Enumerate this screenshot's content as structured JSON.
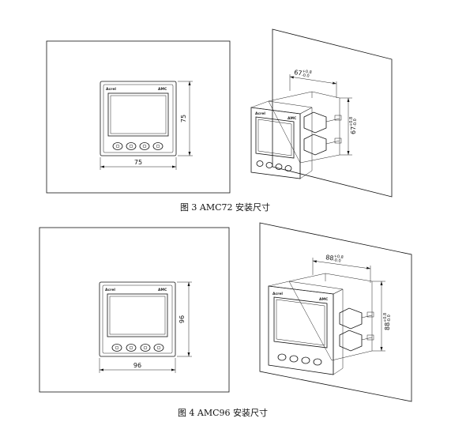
{
  "figures": [
    {
      "caption": "图 3  AMC72 安装尺寸",
      "front": {
        "brand": "Acrel",
        "model": "AMC",
        "width_label": "75",
        "height_label": "75"
      },
      "install": {
        "cutout_width": "67",
        "cutout_height": "67",
        "tolerance_plus": "+0.8",
        "tolerance_minus": "-0.0"
      }
    },
    {
      "caption": "图 4  AMC96 安装尺寸",
      "front": {
        "brand": "Acrel",
        "model": "AMC",
        "width_label": "96",
        "height_label": "96"
      },
      "install": {
        "cutout_width": "88",
        "cutout_height": "88",
        "tolerance_plus": "+0.8",
        "tolerance_minus": "-0.0"
      }
    }
  ]
}
